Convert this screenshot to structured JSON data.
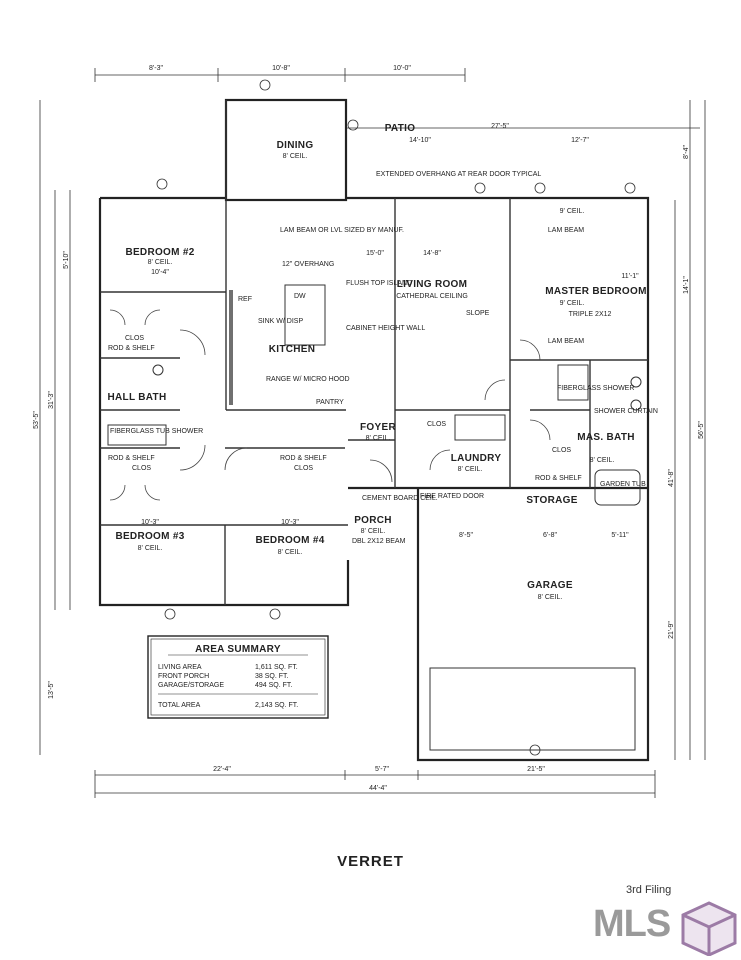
{
  "rooms": {
    "dining": "DINING",
    "dining_ceil": "8' CEIL.",
    "bedroom2": "BEDROOM #2",
    "bedroom2_ceil": "8' CEIL.",
    "living": "LIVING ROOM",
    "living_ceil": "CATHEDRAL CEILING",
    "master": "MASTER BEDROOM",
    "master_ceil": "9' CEIL.",
    "kitchen": "KITCHEN",
    "hall_bath": "HALL BATH",
    "foyer": "FOYER",
    "foyer_ceil": "8' CEIL.",
    "laundry": "LAUNDRY",
    "laundry_ceil": "8' CEIL.",
    "mas_bath": "MAS. BATH",
    "mas_bath_ceil": "8' CEIL.",
    "storage": "STORAGE",
    "porch": "PORCH",
    "porch_ceil": "8' CEIL.",
    "bedroom3": "BEDROOM #3",
    "bedroom3_ceil": "8' CEIL.",
    "bedroom4": "BEDROOM #4",
    "bedroom4_ceil": "8' CEIL.",
    "garage": "GARAGE",
    "garage_ceil": "8' CEIL.",
    "patio": "PATIO"
  },
  "notes": {
    "overhang": "EXTENDED OVERHANG AT REAR DOOR TYPICAL",
    "lam_beam": "LAM BEAM OR LVL SIZED BY MANUF.",
    "overhang12": "12\" OVERHANG",
    "flush_top": "FLUSH TOP ISLAND",
    "cabinet": "CABINET HEIGHT WALL",
    "range": "RANGE W/ MICRO HOOD",
    "pantry": "PANTRY",
    "sink": "SINK W/ DISP",
    "dw": "DW",
    "fiberglass_tub": "FIBERGLASS TUB SHOWER",
    "clos": "CLOS",
    "rod_shelf": "ROD & SHELF",
    "fire_rated": "FIRE RATED DOOR",
    "cement_board": "CEMENT BOARD CEIL.",
    "dbl_beam": "DBL 2X12 BEAM",
    "garden_tub": "GARDEN TUB",
    "shower_curtain": "SHOWER CURTAIN",
    "fiberglass_shower": "FIBERGLASS SHOWER",
    "lam_beam_short": "LAM BEAM",
    "triple": "TRIPLE 2X12",
    "slope": "SLOPE",
    "ref": "REF"
  },
  "dimensions": {
    "top": [
      "8'-3\"",
      "10'-8\"",
      "10'-0\""
    ],
    "patio": [
      "14'-10\"",
      "27'-5\"",
      "12'-7\""
    ],
    "bottom": [
      "22'-4\"",
      "5'-7\"",
      "21'-5\""
    ],
    "overall_bottom": "44'-4\"",
    "left": [
      "31'-3\"",
      "53'-5\"",
      "13'-5\"",
      "5'-10\""
    ],
    "right": [
      "8'-4\"",
      "14'-1\"",
      "56'-5\"",
      "41'-8\"",
      "21'-9\""
    ],
    "bedroom2": "10'-4\"",
    "living": "14'-8\"",
    "bedroom3": "10'-3\"",
    "bedroom4": "10'-3\"",
    "garage_top": [
      "8'-5\"",
      "6'-8\"",
      "5'-11\""
    ],
    "living_h": "15'-0\"",
    "master_w": "11'-1\""
  },
  "area_summary": {
    "title": "AREA SUMMARY",
    "rows": [
      {
        "label": "LIVING AREA",
        "value": "1,611 SQ. FT."
      },
      {
        "label": "FRONT PORCH",
        "value": "38 SQ. FT."
      },
      {
        "label": "GARAGE/STORAGE",
        "value": "494 SQ. FT."
      }
    ],
    "total_label": "TOTAL AREA",
    "total_value": "2,143 SQ. FT."
  },
  "caption": "VERRET",
  "filing": "3rd Filing",
  "logo": "MLS"
}
